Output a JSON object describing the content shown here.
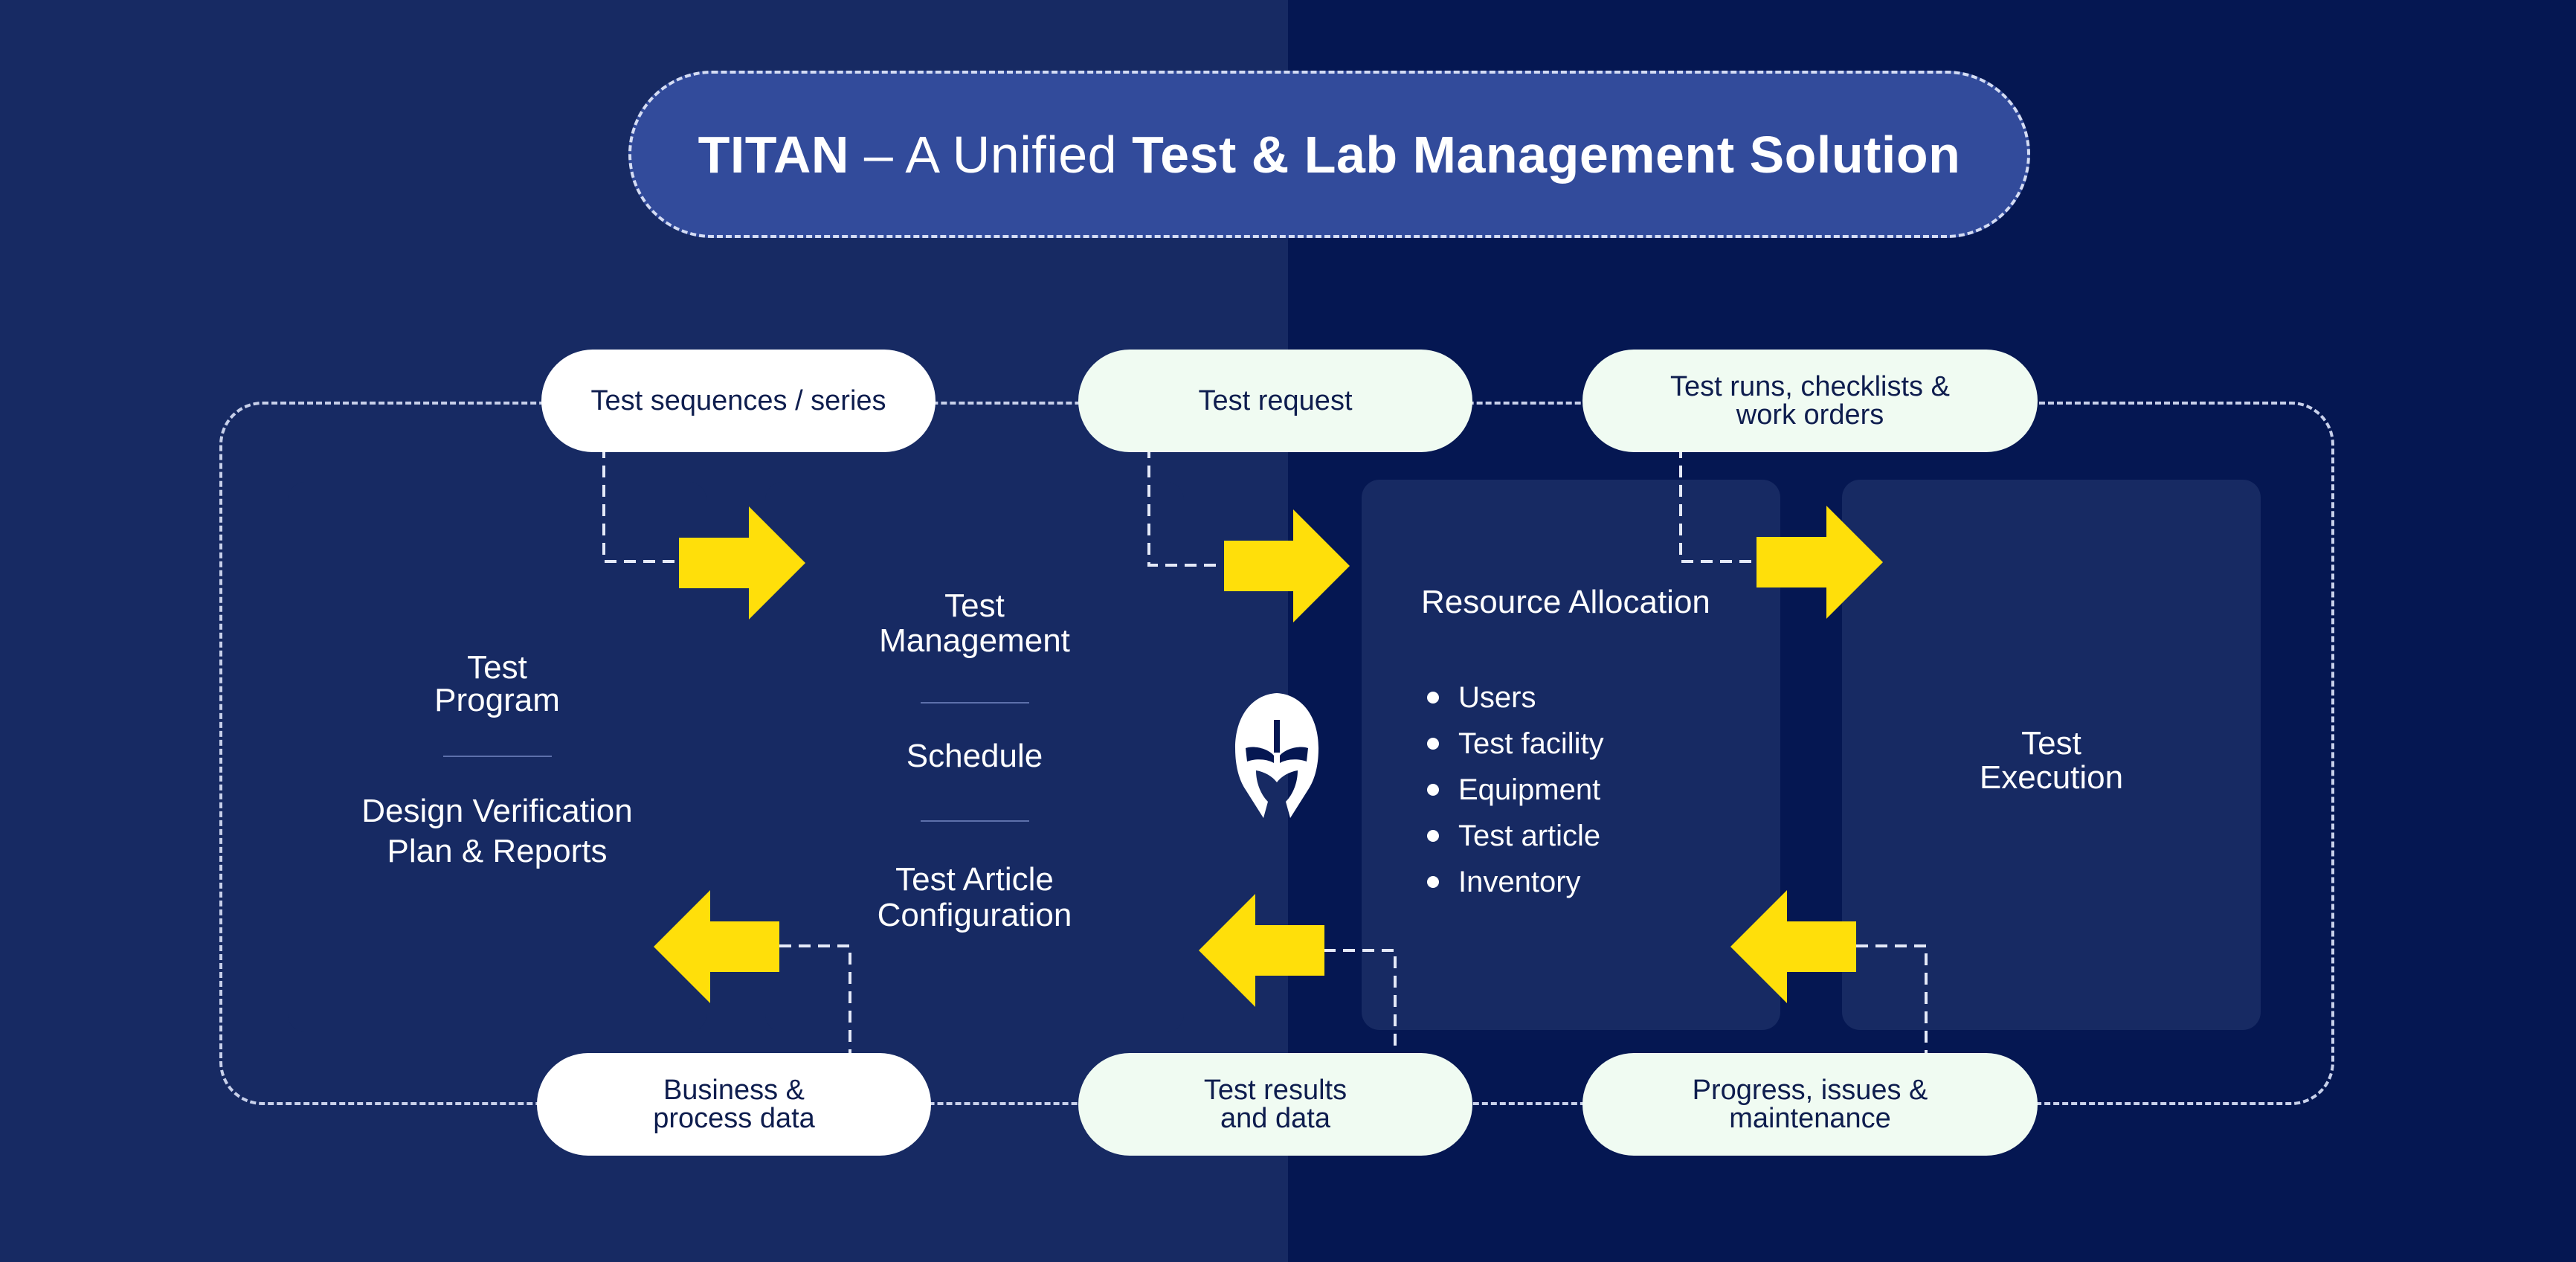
{
  "title": {
    "part1": "TITAN",
    "part2": " – A Unified ",
    "part3": "Test & Lab Management Solution"
  },
  "top_labels": [
    "Test sequences / series",
    "Test request",
    "Test runs, checklists &\nwork orders"
  ],
  "bottom_labels": [
    "Business &\nprocess data",
    "Test results\nand data",
    "Progress, issues &\nmaintenance"
  ],
  "panels": {
    "program": {
      "title_line1": "Test",
      "title_line2": "Program",
      "detail_line1": "Design Verification",
      "detail_line2": "Plan & Reports"
    },
    "management": {
      "title_line1": "Test",
      "title_line2": "Management",
      "schedule": "Schedule",
      "config_line1": "Test Article",
      "config_line2": "Configuration"
    },
    "resource": {
      "title": "Resource Allocation",
      "items": [
        "Users",
        "Test facility",
        "Equipment",
        "Test article",
        "Inventory"
      ]
    },
    "execution": {
      "title_line1": "Test",
      "title_line2": "Execution"
    }
  },
  "colors": {
    "bg_left": "#172a63",
    "bg_right": "#051752",
    "panel": "#172a63",
    "title_pill": "#324b9b",
    "arrow": "#ffdf0a",
    "pill_white": "#ffffff",
    "pill_mint": "#f0fbf2",
    "pill_text": "#0e1d4e"
  },
  "icons": [
    "spartan-helmet-icon",
    "arrow-right-icon",
    "arrow-left-icon"
  ]
}
